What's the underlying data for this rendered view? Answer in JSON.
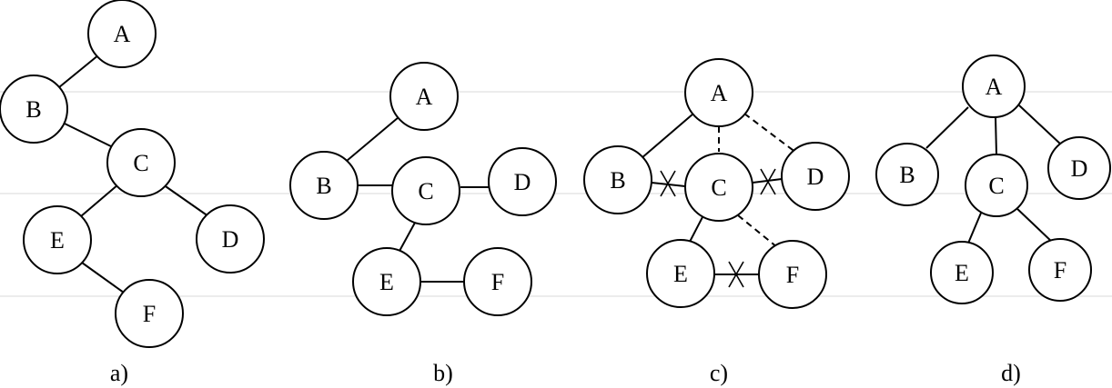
{
  "panels": [
    {
      "caption": "a)",
      "nodes": [
        {
          "id": "A",
          "label": "A"
        },
        {
          "id": "B",
          "label": "B"
        },
        {
          "id": "C",
          "label": "C"
        },
        {
          "id": "E",
          "label": "E"
        },
        {
          "id": "D",
          "label": "D"
        },
        {
          "id": "F",
          "label": "F"
        }
      ],
      "edges": [
        {
          "from": "A",
          "to": "B",
          "style": "solid"
        },
        {
          "from": "B",
          "to": "C",
          "style": "solid"
        },
        {
          "from": "C",
          "to": "E",
          "style": "solid"
        },
        {
          "from": "C",
          "to": "D",
          "style": "solid"
        },
        {
          "from": "E",
          "to": "F",
          "style": "solid"
        }
      ]
    },
    {
      "caption": "b)",
      "nodes": [
        {
          "id": "A",
          "label": "A"
        },
        {
          "id": "B",
          "label": "B"
        },
        {
          "id": "C",
          "label": "C"
        },
        {
          "id": "D",
          "label": "D"
        },
        {
          "id": "E",
          "label": "E"
        },
        {
          "id": "F",
          "label": "F"
        }
      ],
      "edges": [
        {
          "from": "A",
          "to": "B",
          "style": "solid"
        },
        {
          "from": "B",
          "to": "C",
          "style": "solid"
        },
        {
          "from": "C",
          "to": "D",
          "style": "solid"
        },
        {
          "from": "C",
          "to": "E",
          "style": "solid"
        },
        {
          "from": "E",
          "to": "F",
          "style": "solid"
        }
      ]
    },
    {
      "caption": "c)",
      "nodes": [
        {
          "id": "A",
          "label": "A"
        },
        {
          "id": "B",
          "label": "B"
        },
        {
          "id": "C",
          "label": "C"
        },
        {
          "id": "D",
          "label": "D"
        },
        {
          "id": "E",
          "label": "E"
        },
        {
          "id": "F",
          "label": "F"
        }
      ],
      "edges": [
        {
          "from": "A",
          "to": "B",
          "style": "solid"
        },
        {
          "from": "A",
          "to": "C",
          "style": "dashed"
        },
        {
          "from": "A",
          "to": "D",
          "style": "dashed"
        },
        {
          "from": "B",
          "to": "C",
          "style": "solid",
          "cut": true
        },
        {
          "from": "C",
          "to": "D",
          "style": "solid",
          "cut": true
        },
        {
          "from": "C",
          "to": "E",
          "style": "solid"
        },
        {
          "from": "C",
          "to": "F",
          "style": "dashed"
        },
        {
          "from": "E",
          "to": "F",
          "style": "solid",
          "cut": true
        }
      ]
    },
    {
      "caption": "d)",
      "nodes": [
        {
          "id": "A",
          "label": "A"
        },
        {
          "id": "B",
          "label": "B"
        },
        {
          "id": "C",
          "label": "C"
        },
        {
          "id": "D",
          "label": "D"
        },
        {
          "id": "E",
          "label": "E"
        },
        {
          "id": "F",
          "label": "F"
        }
      ],
      "edges": [
        {
          "from": "A",
          "to": "B",
          "style": "solid"
        },
        {
          "from": "A",
          "to": "C",
          "style": "solid"
        },
        {
          "from": "A",
          "to": "D",
          "style": "solid"
        },
        {
          "from": "C",
          "to": "E",
          "style": "solid"
        },
        {
          "from": "C",
          "to": "F",
          "style": "solid"
        }
      ]
    }
  ]
}
